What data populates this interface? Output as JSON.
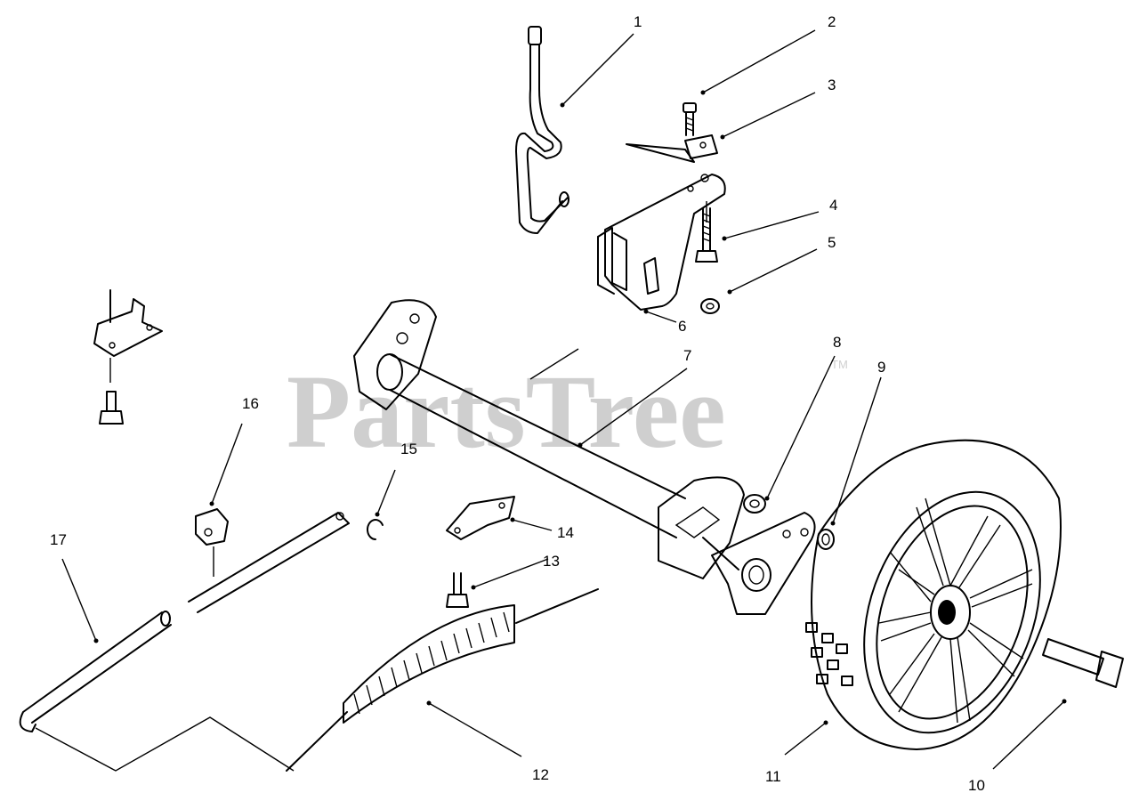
{
  "watermark": {
    "text": "PartsTree",
    "mark": "TM"
  },
  "callouts": {
    "c1": "1",
    "c2": "2",
    "c3": "3",
    "c4": "4",
    "c5": "5",
    "c6": "6",
    "c7": "7",
    "c8": "8",
    "c9": "9",
    "c10": "10",
    "c11": "11",
    "c12": "12",
    "c13": "13",
    "c14": "14",
    "c15": "15",
    "c16": "16",
    "c17": "17"
  },
  "colors": {
    "ink": "#000000",
    "watermark": "#cfcfcf",
    "background": "#ffffff"
  }
}
